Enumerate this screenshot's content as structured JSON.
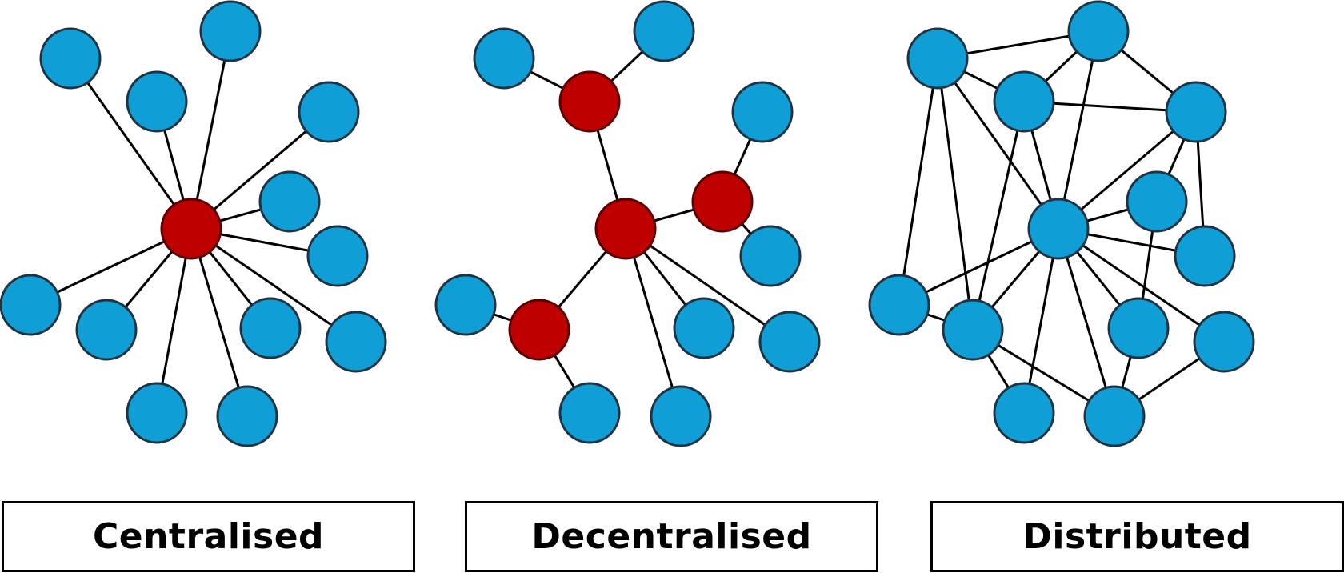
{
  "colors": {
    "peer_node": "#0F9FD6",
    "hub_node": "#BF0000",
    "node_outline": "#1E3442",
    "hub_outline": "#5A0000",
    "edge": "#000000"
  },
  "panels": [
    {
      "id": "centralised",
      "label": "Centralised",
      "nodes": [
        {
          "id": "c0",
          "role": "hub"
        },
        {
          "id": "c1",
          "role": "peer"
        },
        {
          "id": "c2",
          "role": "peer"
        },
        {
          "id": "c3",
          "role": "peer"
        },
        {
          "id": "c4",
          "role": "peer"
        },
        {
          "id": "c5",
          "role": "peer"
        },
        {
          "id": "c6",
          "role": "peer"
        },
        {
          "id": "c7",
          "role": "peer"
        },
        {
          "id": "c8",
          "role": "peer"
        },
        {
          "id": "c9",
          "role": "peer"
        },
        {
          "id": "c10",
          "role": "peer"
        },
        {
          "id": "c11",
          "role": "peer"
        },
        {
          "id": "c12",
          "role": "peer"
        },
        {
          "id": "c13",
          "role": "peer"
        }
      ],
      "edges": [
        [
          "c0",
          "c1"
        ],
        [
          "c0",
          "c2"
        ],
        [
          "c0",
          "c3"
        ],
        [
          "c0",
          "c4"
        ],
        [
          "c0",
          "c5"
        ],
        [
          "c0",
          "c6"
        ],
        [
          "c0",
          "c7"
        ],
        [
          "c0",
          "c8"
        ],
        [
          "c0",
          "c9"
        ],
        [
          "c0",
          "c10"
        ],
        [
          "c0",
          "c11"
        ],
        [
          "c0",
          "c12"
        ],
        [
          "c0",
          "c13"
        ]
      ]
    },
    {
      "id": "decentralised",
      "label": "Decentralised",
      "nodes": [
        {
          "id": "d0",
          "role": "hub"
        },
        {
          "id": "d1",
          "role": "hub"
        },
        {
          "id": "d2",
          "role": "hub"
        },
        {
          "id": "d3",
          "role": "hub"
        },
        {
          "id": "d4",
          "role": "peer"
        },
        {
          "id": "d5",
          "role": "peer"
        },
        {
          "id": "d6",
          "role": "peer"
        },
        {
          "id": "d7",
          "role": "peer"
        },
        {
          "id": "d8",
          "role": "peer"
        },
        {
          "id": "d9",
          "role": "peer"
        },
        {
          "id": "d10",
          "role": "peer"
        },
        {
          "id": "d11",
          "role": "peer"
        },
        {
          "id": "d12",
          "role": "peer"
        }
      ],
      "edges": [
        [
          "d0",
          "d1"
        ],
        [
          "d0",
          "d2"
        ],
        [
          "d0",
          "d3"
        ],
        [
          "d1",
          "d4"
        ],
        [
          "d1",
          "d5"
        ],
        [
          "d2",
          "d6"
        ],
        [
          "d2",
          "d7"
        ],
        [
          "d3",
          "d8"
        ],
        [
          "d3",
          "d9"
        ],
        [
          "d0",
          "d10"
        ],
        [
          "d0",
          "d11"
        ],
        [
          "d0",
          "d12"
        ]
      ]
    },
    {
      "id": "distributed",
      "label": "Distributed",
      "nodes": [
        {
          "id": "n1",
          "role": "peer"
        },
        {
          "id": "n2",
          "role": "peer"
        },
        {
          "id": "n3",
          "role": "peer"
        },
        {
          "id": "n4",
          "role": "peer"
        },
        {
          "id": "n5",
          "role": "peer"
        },
        {
          "id": "n6",
          "role": "peer"
        },
        {
          "id": "n7",
          "role": "peer"
        },
        {
          "id": "n8",
          "role": "peer"
        },
        {
          "id": "n9",
          "role": "peer"
        },
        {
          "id": "n10",
          "role": "peer"
        },
        {
          "id": "n11",
          "role": "peer"
        },
        {
          "id": "n12",
          "role": "peer"
        },
        {
          "id": "n13",
          "role": "peer"
        }
      ],
      "edges": [
        [
          "n1",
          "n2"
        ],
        [
          "n1",
          "n3"
        ],
        [
          "n1",
          "n7"
        ],
        [
          "n1",
          "n8"
        ],
        [
          "n1",
          "n5"
        ],
        [
          "n2",
          "n3"
        ],
        [
          "n2",
          "n4"
        ],
        [
          "n2",
          "n5"
        ],
        [
          "n3",
          "n4"
        ],
        [
          "n3",
          "n5"
        ],
        [
          "n3",
          "n8"
        ],
        [
          "n4",
          "n6"
        ],
        [
          "n4",
          "n5"
        ],
        [
          "n4",
          "n9"
        ],
        [
          "n5",
          "n6"
        ],
        [
          "n5",
          "n9"
        ],
        [
          "n5",
          "n8"
        ],
        [
          "n5",
          "n11"
        ],
        [
          "n5",
          "n12"
        ],
        [
          "n5",
          "n10"
        ],
        [
          "n5",
          "n13"
        ],
        [
          "n6",
          "n10"
        ],
        [
          "n7",
          "n5"
        ],
        [
          "n7",
          "n8"
        ],
        [
          "n8",
          "n11"
        ],
        [
          "n8",
          "n13"
        ],
        [
          "n10",
          "n13"
        ],
        [
          "n12",
          "n13"
        ]
      ]
    }
  ]
}
